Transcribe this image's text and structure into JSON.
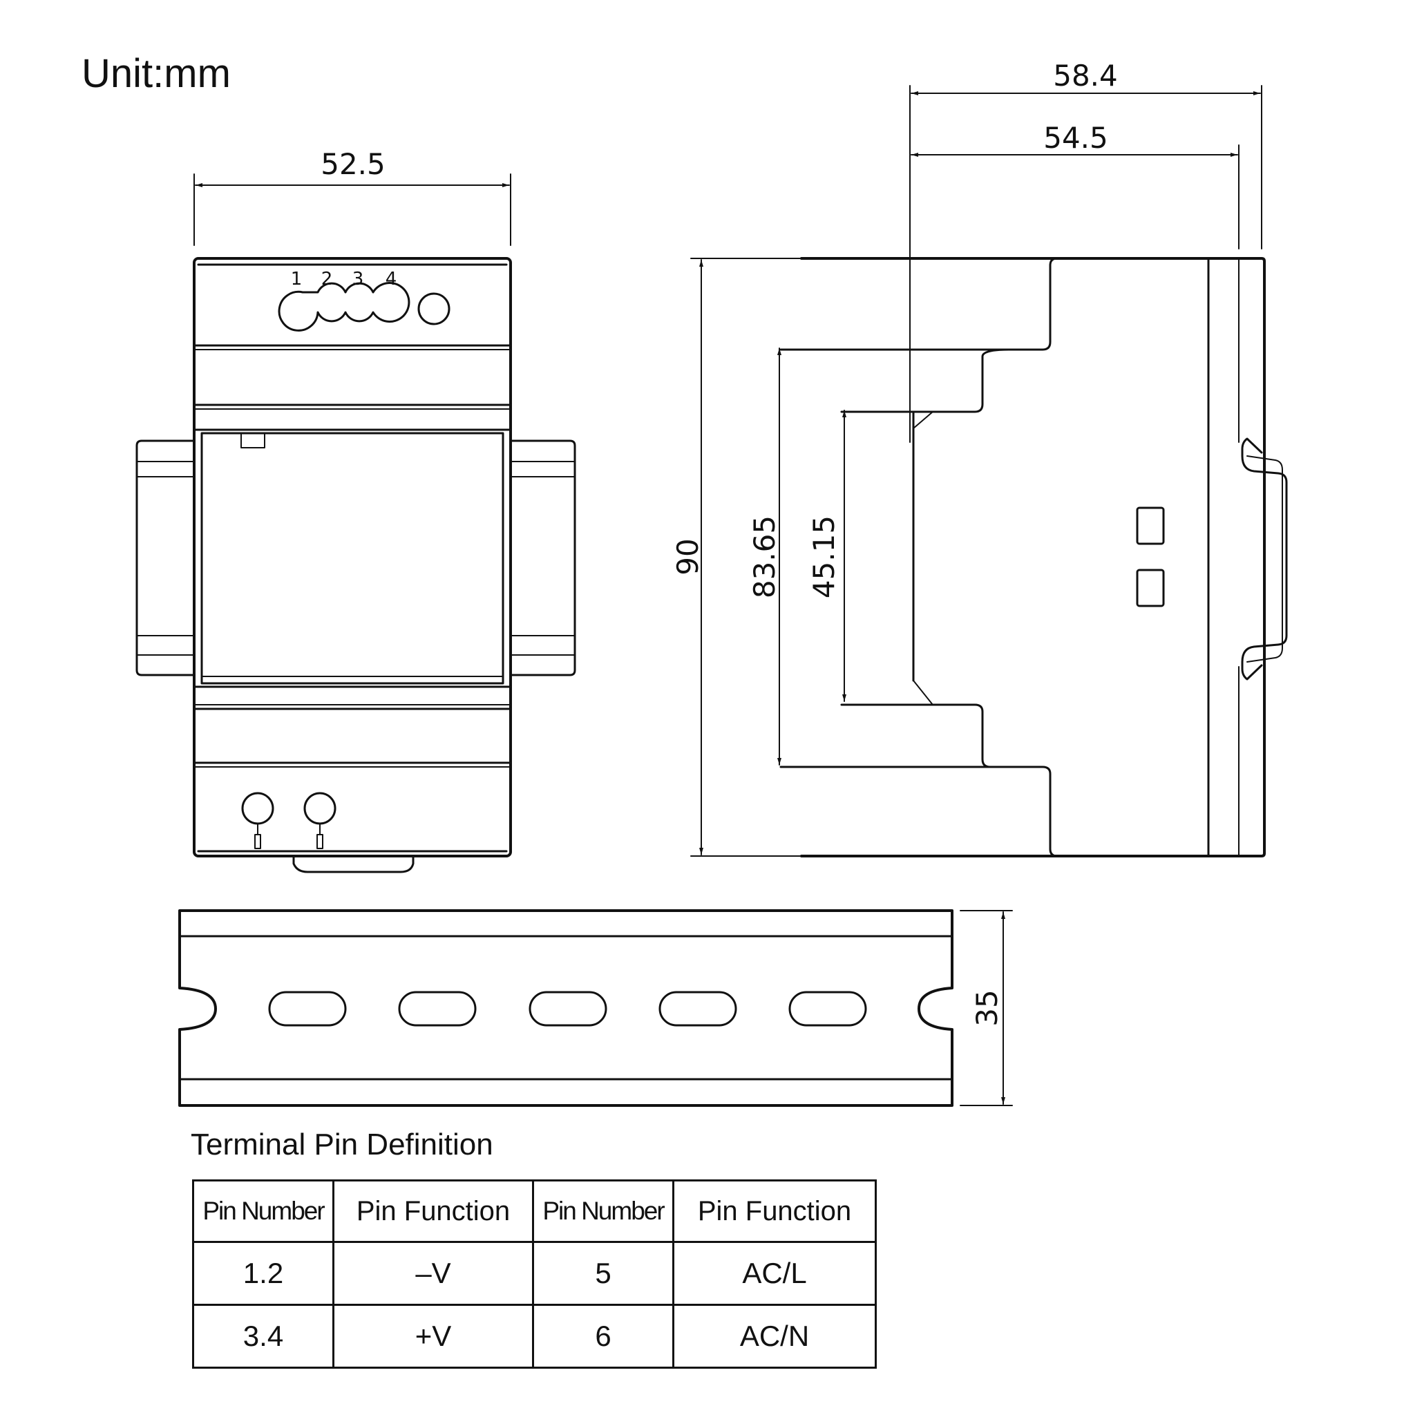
{
  "unit_label": "Unit:mm",
  "dimensions": {
    "front_width": "52.5",
    "side_depth_total": "58.4",
    "side_depth_body": "54.5",
    "height_total": "90",
    "height_step": "83.65",
    "height_front": "45.15",
    "rail_height": "35"
  },
  "top_pins": [
    "1",
    "2",
    "3",
    "4"
  ],
  "pin_table": {
    "title": "Terminal Pin Definition",
    "headers": [
      "Pin Number",
      "Pin Function",
      "Pin Number",
      "Pin Function"
    ],
    "rows": [
      [
        "1.2",
        "–V",
        "5",
        "AC/L"
      ],
      [
        "3.4",
        "+V",
        "6",
        "AC/N"
      ]
    ]
  }
}
